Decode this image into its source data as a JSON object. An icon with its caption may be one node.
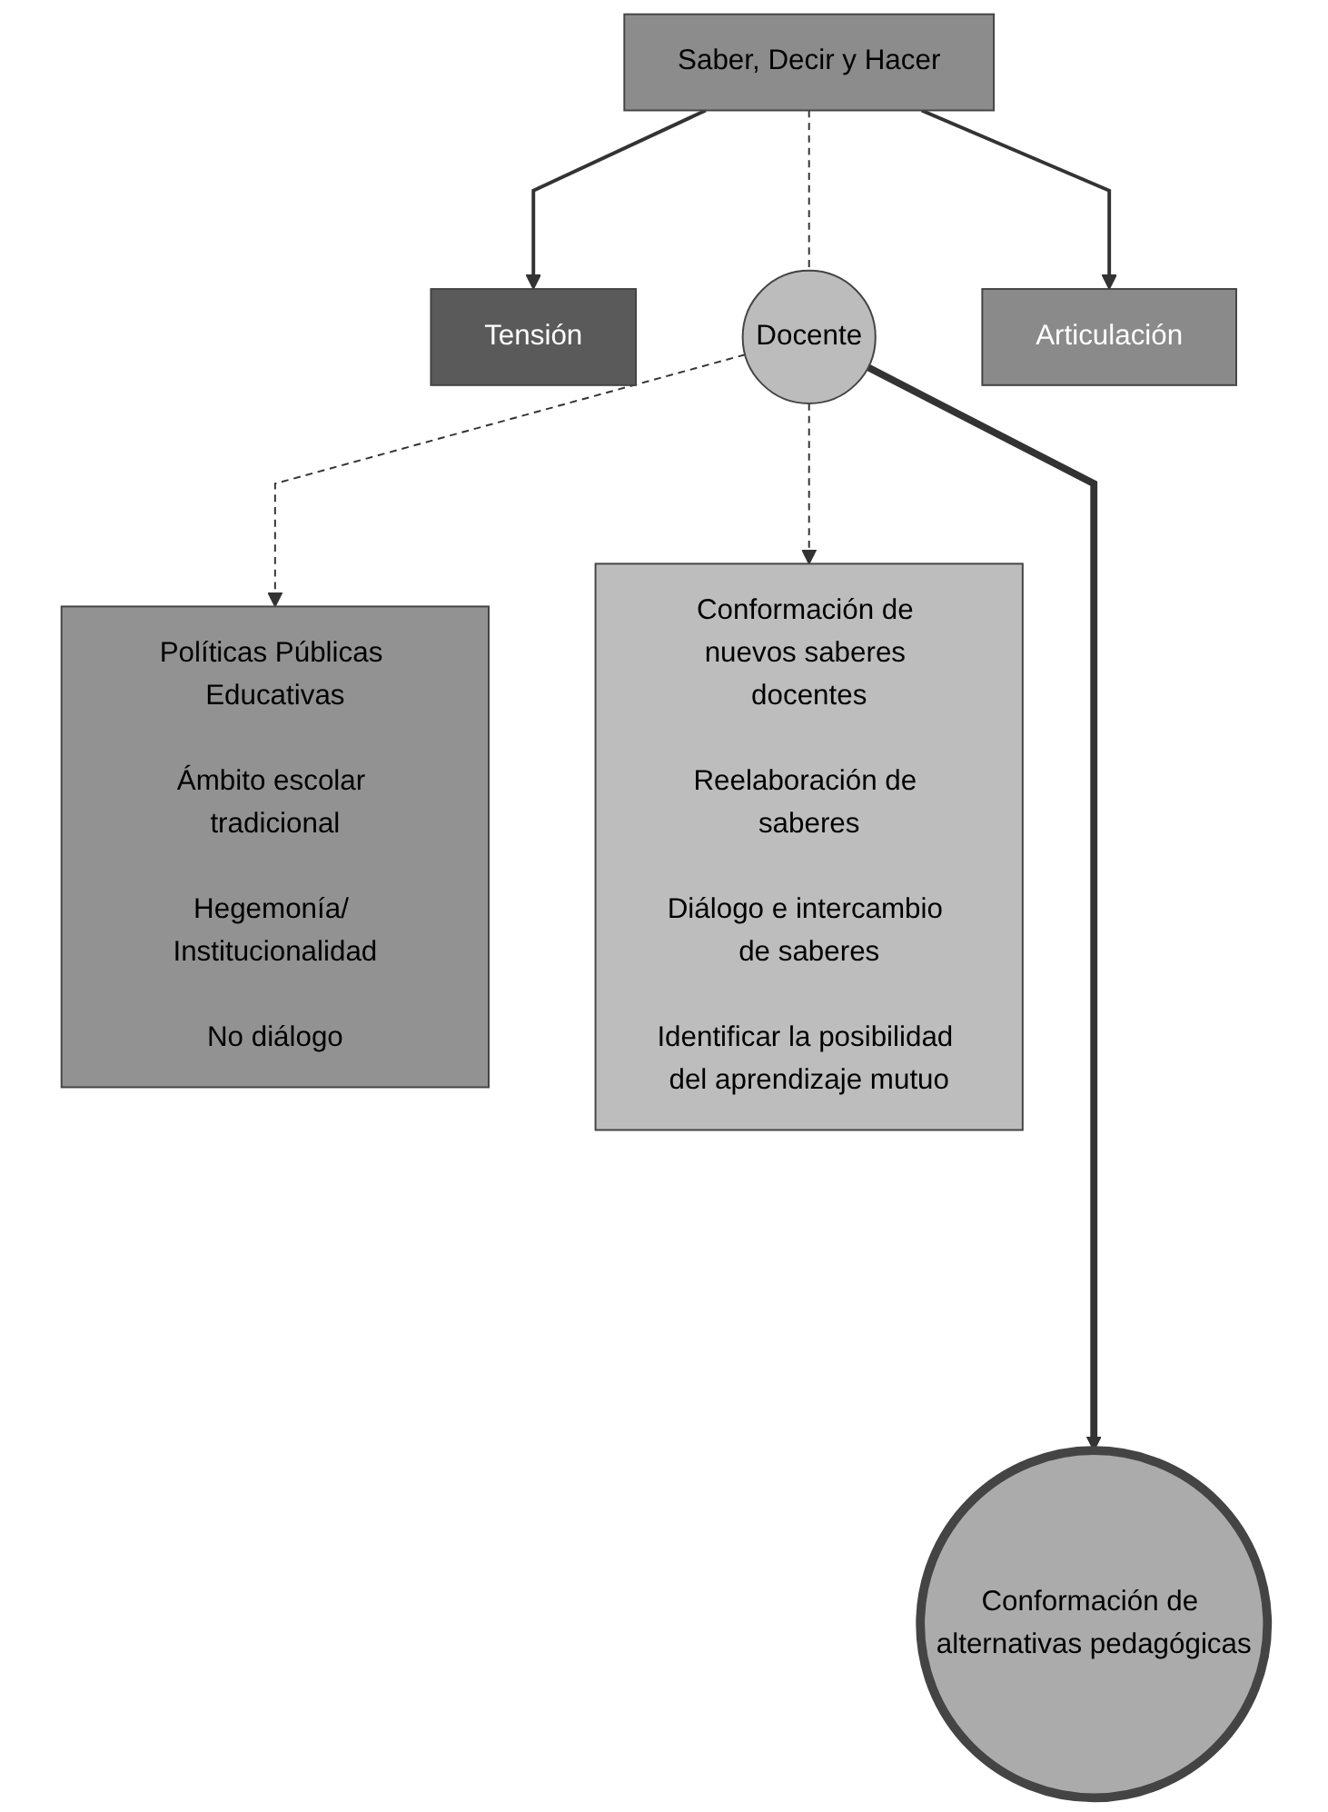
{
  "diagram": {
    "nodes": [
      {
        "text": [
          "Saber, Decir y Hacer"
        ]
      },
      {
        "text": [
          "Tensión"
        ]
      },
      {
        "text": [
          "Articulación"
        ]
      },
      {
        "text": [
          "Políticas Públicas Educativas",
          "Ámbito escolar tradicional",
          "Hegemonía/ Institucionalidad",
          "No diálogo"
        ]
      },
      {
        "text": [
          "Conformación de nuevos saberes docentes",
          "Reelaboración de saberes",
          "Diálogo e intercambio de saberes",
          "Identificar la posibilidad del aprendizaje mutuo"
        ]
      },
      {
        "text": [
          "Docente"
        ]
      },
      {
        "text": [
          "Conformación de alternativas pedagógicas"
        ]
      }
    ],
    "edges": [
      {
        "from": 0,
        "to": 1,
        "arrow": "to"
      },
      {
        "from": 0,
        "to": 2,
        "arrow": "to"
      },
      {
        "from": 0,
        "to": 5,
        "arrow": "none",
        "style": "dashed"
      },
      {
        "from": 5,
        "to": 3,
        "arrow": "to",
        "style": "dashed"
      },
      {
        "from": 5,
        "to": 4,
        "arrow": "to",
        "style": "dashed"
      },
      {
        "from": 5,
        "to": 6,
        "arrow": "to",
        "style": "thick"
      }
    ]
  }
}
